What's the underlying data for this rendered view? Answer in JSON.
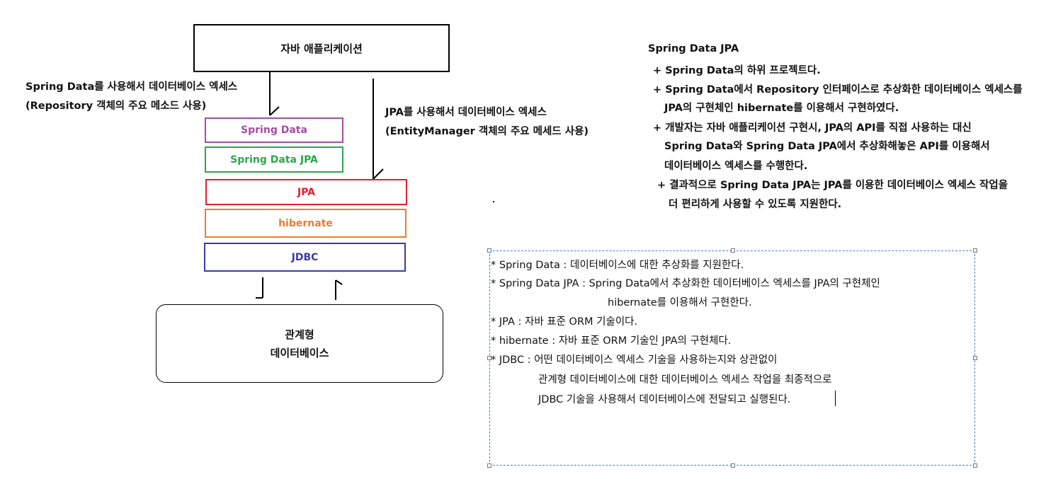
{
  "diagram": {
    "app_box": "자바 애플리케이션",
    "spring_data_path": {
      "line1": "Spring Data를 사용해서 데이터베이스 엑세스",
      "line2": "(Repository 객체의 주요 메소드 사용)"
    },
    "jpa_path": {
      "line1": "JPA를 사용해서 데이터베이스 엑세스",
      "line2": "(EntityManager 객체의 주요 메세드 사용)"
    },
    "layers": [
      {
        "label": "Spring Data",
        "color": "#a64ca6"
      },
      {
        "label": "Spring Data JPA",
        "color": "#2aa84a"
      },
      {
        "label": "JPA",
        "color": "#e0202a"
      },
      {
        "label": "hibernate",
        "color": "#f07a2a"
      },
      {
        "label": "JDBC",
        "color": "#3a3aa8"
      }
    ],
    "db_box": {
      "line1": "관계형",
      "line2": "데이터베이스"
    }
  },
  "summary": {
    "title": "Spring Data JPA",
    "lines": [
      "+ Spring Data의 하위 프로젝트다.",
      "+ Spring Data에서 Repository 인터페이스로 추상화한 데이터베이스 엑세스를",
      "JPA의 구현체인 hibernate를 이용해서 구현하였다.",
      "+ 개발자는 자바 애플리케이션 구현시, JPA의 API를 직접 사용하는 대신",
      "Spring Data와 Spring Data JPA에서 추상화해놓은 API를 이용해서",
      "데이터베이스 엑세스를 수행한다.",
      "+ 결과적으로 Spring Data JPA는 JPA를 이용한 데이터베이스 엑세스 작업을",
      "더 편리하게 사용할 수 있도록 지원한다."
    ]
  },
  "notes": {
    "lines": [
      "* Spring Data : 데이터베이스에 대한 추상화를 지원한다.",
      "* Spring Data JPA : Spring Data에서 추상화한 데이터베이스 엑세스를 JPA의 구현체인",
      "hibernate를 이용해서 구현한다.",
      "* JPA : 자바 표준 ORM 기술이다.",
      "* hibernate : 자바 표준 ORM 기술인 JPA의 구현체다.",
      "* JDBC : 어떤 데이터베이스 엑세스 기술을 사용하는지와 상관없이",
      "관계형 데이터베이스에 대한 데이터베이스 엑세스 작업을 최종적으로",
      "JDBC 기술을 사용해서 데이터베이스에 전달되고 실행된다."
    ]
  }
}
